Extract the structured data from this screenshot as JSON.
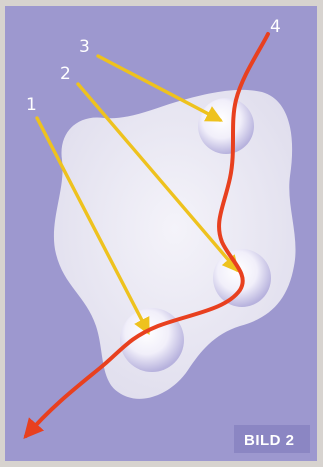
{
  "figure": {
    "caption": "BILD 2",
    "callouts": [
      {
        "id": "1",
        "label": "1"
      },
      {
        "id": "2",
        "label": "2"
      },
      {
        "id": "3",
        "label": "3"
      },
      {
        "id": "4",
        "label": "4"
      }
    ]
  },
  "colors": {
    "background": "#9d98cf",
    "frame": "#d7d3cf",
    "blob": "#ecebf3",
    "arrow": "#eec21e",
    "path": "#e8401f",
    "label": "#ffffff",
    "caption_bg": "#8b86c3"
  }
}
